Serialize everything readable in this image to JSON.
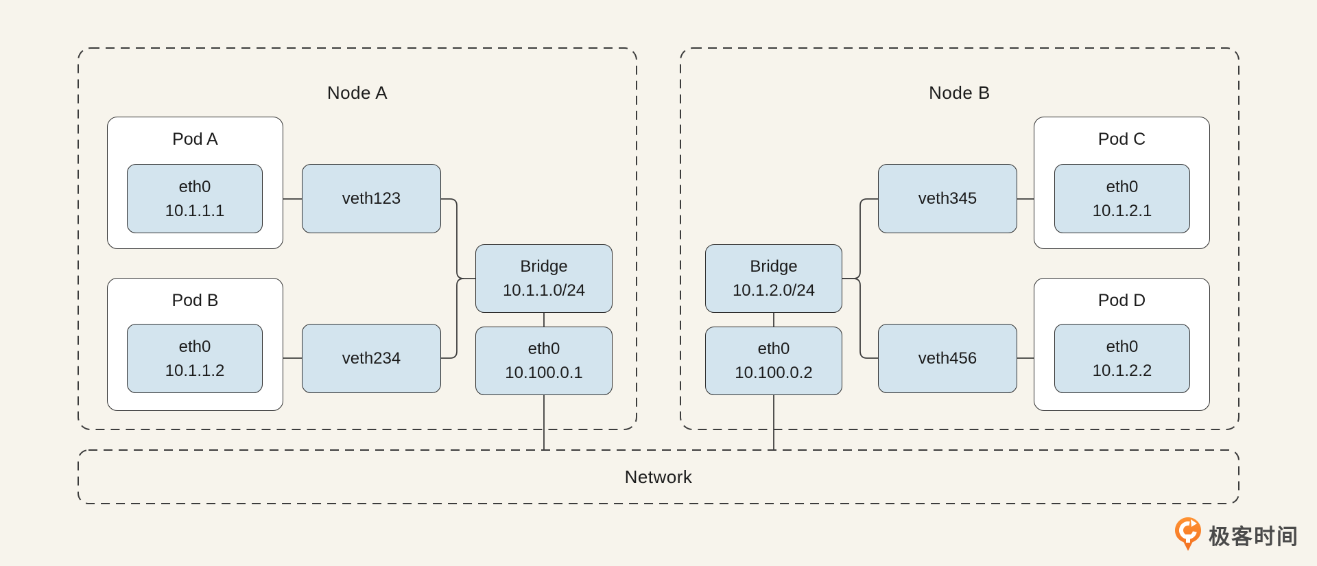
{
  "nodes": [
    {
      "label": "Node A",
      "pods": [
        {
          "label": "Pod A",
          "eth": {
            "name": "eth0",
            "ip": "10.1.1.1"
          }
        },
        {
          "label": "Pod B",
          "eth": {
            "name": "eth0",
            "ip": "10.1.1.2"
          }
        }
      ],
      "veths": [
        "veth123",
        "veth234"
      ],
      "bridge": {
        "label": "Bridge",
        "cidr": "10.1.1.0/24"
      },
      "host_eth": {
        "name": "eth0",
        "ip": "10.100.0.1"
      }
    },
    {
      "label": "Node B",
      "pods": [
        {
          "label": "Pod C",
          "eth": {
            "name": "eth0",
            "ip": "10.1.2.1"
          }
        },
        {
          "label": "Pod D",
          "eth": {
            "name": "eth0",
            "ip": "10.1.2.2"
          }
        }
      ],
      "veths": [
        "veth345",
        "veth456"
      ],
      "bridge": {
        "label": "Bridge",
        "cidr": "10.1.2.0/24"
      },
      "host_eth": {
        "name": "eth0",
        "ip": "10.100.0.2"
      }
    }
  ],
  "network": {
    "label": "Network"
  },
  "logo": {
    "text": "极客时间"
  },
  "colors": {
    "background": "#f7f4ec",
    "box_fill": "#d3e4ee",
    "box_border": "#2f2f2f",
    "dashed_border": "#3c3c3c",
    "connector": "#3f3f3f",
    "text": "#1b1b1b",
    "logo_orange": "#f26f21",
    "logo_orange_light": "#ff9232",
    "logo_text": "#4a4a4a"
  }
}
